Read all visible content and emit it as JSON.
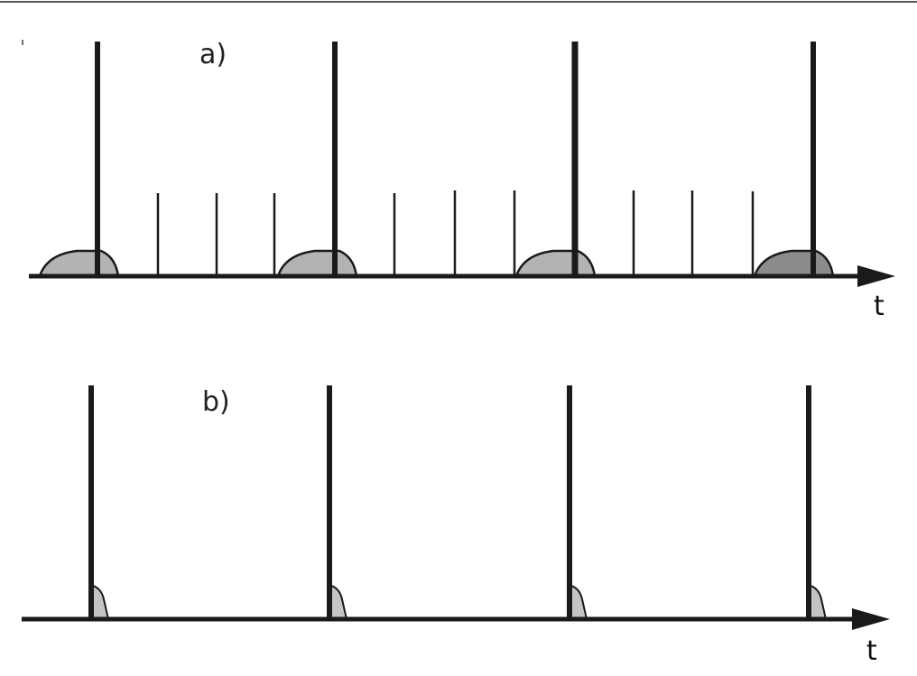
{
  "panels": [
    {
      "label": "a)",
      "axis_label": "t",
      "strong_spikes": 4,
      "weak_spikes_between": 3,
      "bump_colors": [
        "#b3b3b3",
        "#b3b3b3",
        "#b3b3b3",
        "#8c8c8c"
      ]
    },
    {
      "label": "b)",
      "axis_label": "t",
      "strong_spikes": 4,
      "weak_spikes_between": 0,
      "bump_colors": [
        "#c4c4c4",
        "#c4c4c4",
        "#c4c4c4",
        "#c4c4c4"
      ]
    }
  ],
  "colors": {
    "line": "#1a1a1a",
    "border": "#555555"
  }
}
